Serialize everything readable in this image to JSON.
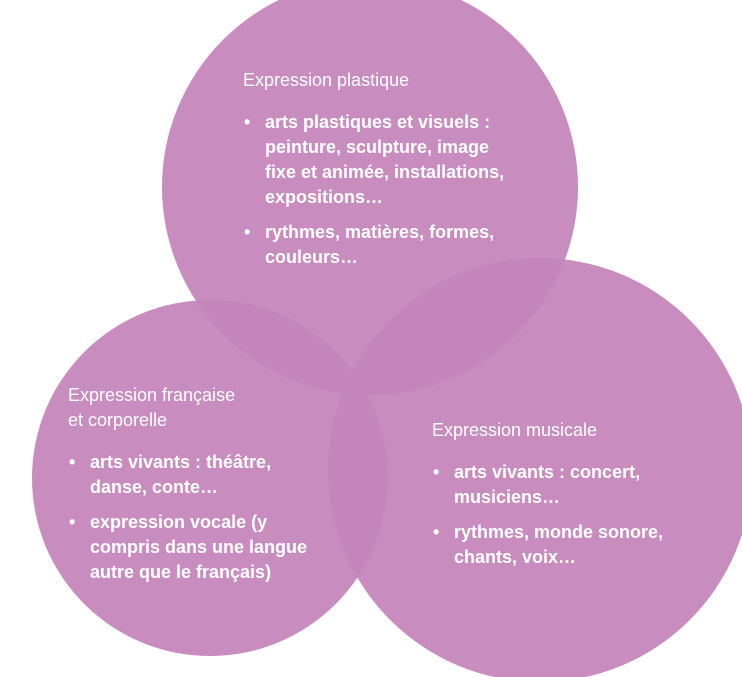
{
  "colors": {
    "circle_fill": "#c685ba",
    "text": "#ffffff"
  },
  "diagram": {
    "plastique": {
      "title": "Expression plastique",
      "items": [
        "arts plastiques et visuels : peinture, sculpture, image fixe et animée, installations, expositions…",
        "rythmes, matières, formes, couleurs…"
      ]
    },
    "francaise": {
      "title_line1": "Expression française",
      "title_line2": "et corporelle",
      "items": [
        "arts vivants : théâtre, danse, conte…",
        "expression vocale (y compris dans une langue autre que le français)"
      ]
    },
    "musicale": {
      "title": "Expression musicale",
      "items": [
        "arts vivants : concert, musiciens…",
        "rythmes, monde sonore, chants, voix…"
      ]
    }
  }
}
